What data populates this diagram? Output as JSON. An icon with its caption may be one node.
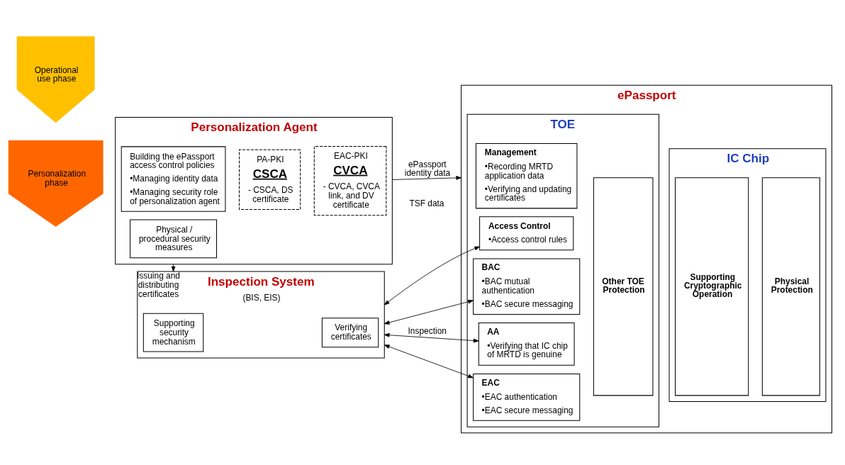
{
  "diagram": {
    "nodes": [
      {
        "text": [
          "Personalization phase"
        ]
      },
      {
        "text": [
          "Operational use phase"
        ]
      },
      {
        "text": [
          "Personalization Agent"
        ]
      },
      {
        "text": [
          "Building the ePassport access control policies",
          "•Managing identity data",
          "•Managing security role of personalization agent"
        ],
        "in": 2
      },
      {
        "text": [
          "Physical / procedural security measures"
        ],
        "in": 2
      },
      {
        "text": [
          "PA-PKI",
          "CSCA",
          "- CSCA, DS certificate"
        ],
        "in": 2
      },
      {
        "text": [
          "EAC-PKI",
          "CVCA",
          "- CVCA, CVCA link, and DV certificate"
        ],
        "in": 2
      },
      {
        "text": [
          "Inspection System",
          "(BIS, EIS)"
        ]
      },
      {
        "text": [
          "Supporting security mechanism"
        ],
        "in": 7
      },
      {
        "text": [
          "Verifying certificates"
        ],
        "in": 7
      },
      {
        "text": [
          "ePassport"
        ]
      },
      {
        "text": [
          "TOE"
        ],
        "in": 10
      },
      {
        "text": [
          "Management",
          "•Recording MRTD application data",
          "•Verifying and updating certificates"
        ],
        "in": 11
      },
      {
        "text": [
          "Access Control",
          "•Access control rules"
        ],
        "in": 11
      },
      {
        "text": [
          "BAC",
          "•BAC mutual authentication",
          "•BAC secure messaging"
        ],
        "in": 11
      },
      {
        "text": [
          "AA",
          "•Verifying that IC chip of MRTD is genuine"
        ],
        "in": 11
      },
      {
        "text": [
          "EAC",
          "•EAC authentication",
          "•EAC secure messaging"
        ],
        "in": 11
      },
      {
        "text": [
          "Other TOE Protection"
        ],
        "in": 11
      },
      {
        "text": [
          "IC Chip"
        ],
        "in": 10
      },
      {
        "text": [
          "Supporting Cryptographic Operation"
        ],
        "in": 18
      },
      {
        "text": [
          "Physical Protection"
        ],
        "in": 18
      }
    ],
    "edges": [
      {
        "from": 2,
        "to": 10,
        "arrow": "to",
        "label": "ePassport identity data"
      },
      {
        "from": 2,
        "to": 7,
        "arrow": "to",
        "label": "Issuing and distributing certificates"
      },
      {
        "from": 7,
        "to": 13,
        "arrow": "both"
      },
      {
        "from": 7,
        "to": 14,
        "arrow": "both"
      },
      {
        "from": 7,
        "to": 15,
        "arrow": "both",
        "label": "Inspection"
      },
      {
        "from": 7,
        "to": 16,
        "arrow": "both"
      }
    ],
    "labels": [
      "TSF data"
    ]
  }
}
